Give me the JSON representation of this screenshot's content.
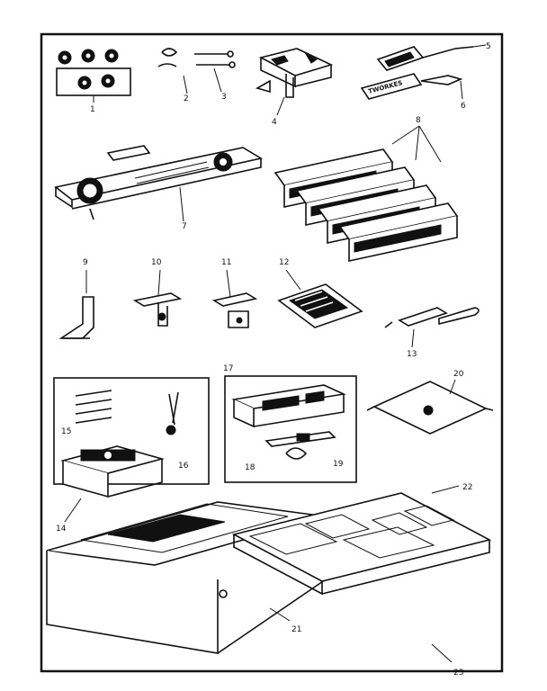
{
  "callouts": {
    "c1": "1",
    "c2": "2",
    "c3": "3",
    "c4": "4",
    "c5": "5",
    "c6": "6",
    "c7": "7",
    "c8": "8",
    "c9": "9",
    "c10": "10",
    "c11": "11",
    "c12": "12",
    "c13": "13",
    "c14": "14",
    "c15": "15",
    "c16": "16",
    "c17": "17",
    "c18": "18",
    "c19": "19",
    "c20": "20",
    "c21": "21",
    "c22": "22",
    "c23": "23"
  },
  "part_text": {
    "screwdriver_label": "TWORKES"
  }
}
